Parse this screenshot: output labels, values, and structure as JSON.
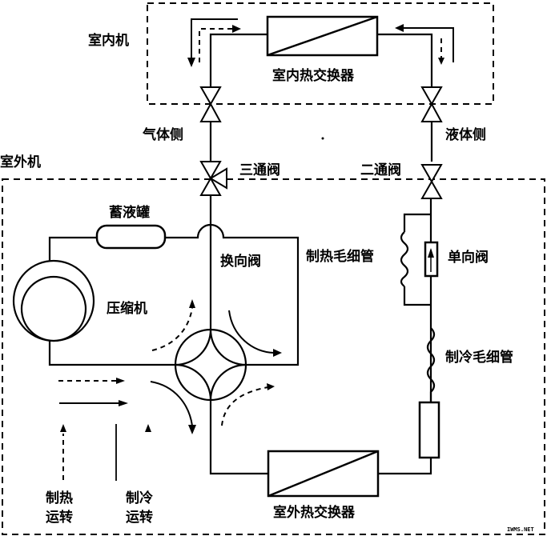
{
  "diagram": {
    "title": "空调制冷/制热循环示意图",
    "units": {
      "indoor_unit": "室内机",
      "outdoor_unit": "室外机"
    },
    "components": {
      "indoor_heat_exchanger": "室内热交换器",
      "outdoor_heat_exchanger": "室外热交换器",
      "gas_side": "气体侧",
      "liquid_side": "液体侧",
      "three_way_valve": "三通阀",
      "two_way_valve": "二通阀",
      "accumulator": "蓄液罐",
      "reversing_valve": "换向阀",
      "compressor": "压缩机",
      "heating_capillary": "制热毛细管",
      "check_valve": "单向阀",
      "cooling_capillary": "制冷毛细管"
    },
    "legend": {
      "heating": {
        "line1": "制热",
        "line2": "运转",
        "line_style": "dashed"
      },
      "cooling": {
        "line1": "制冷",
        "line2": "运转",
        "line_style": "solid"
      }
    },
    "watermark": "IWMS.NET",
    "colors": {
      "line": "#000000",
      "background": "#ffffff"
    }
  }
}
